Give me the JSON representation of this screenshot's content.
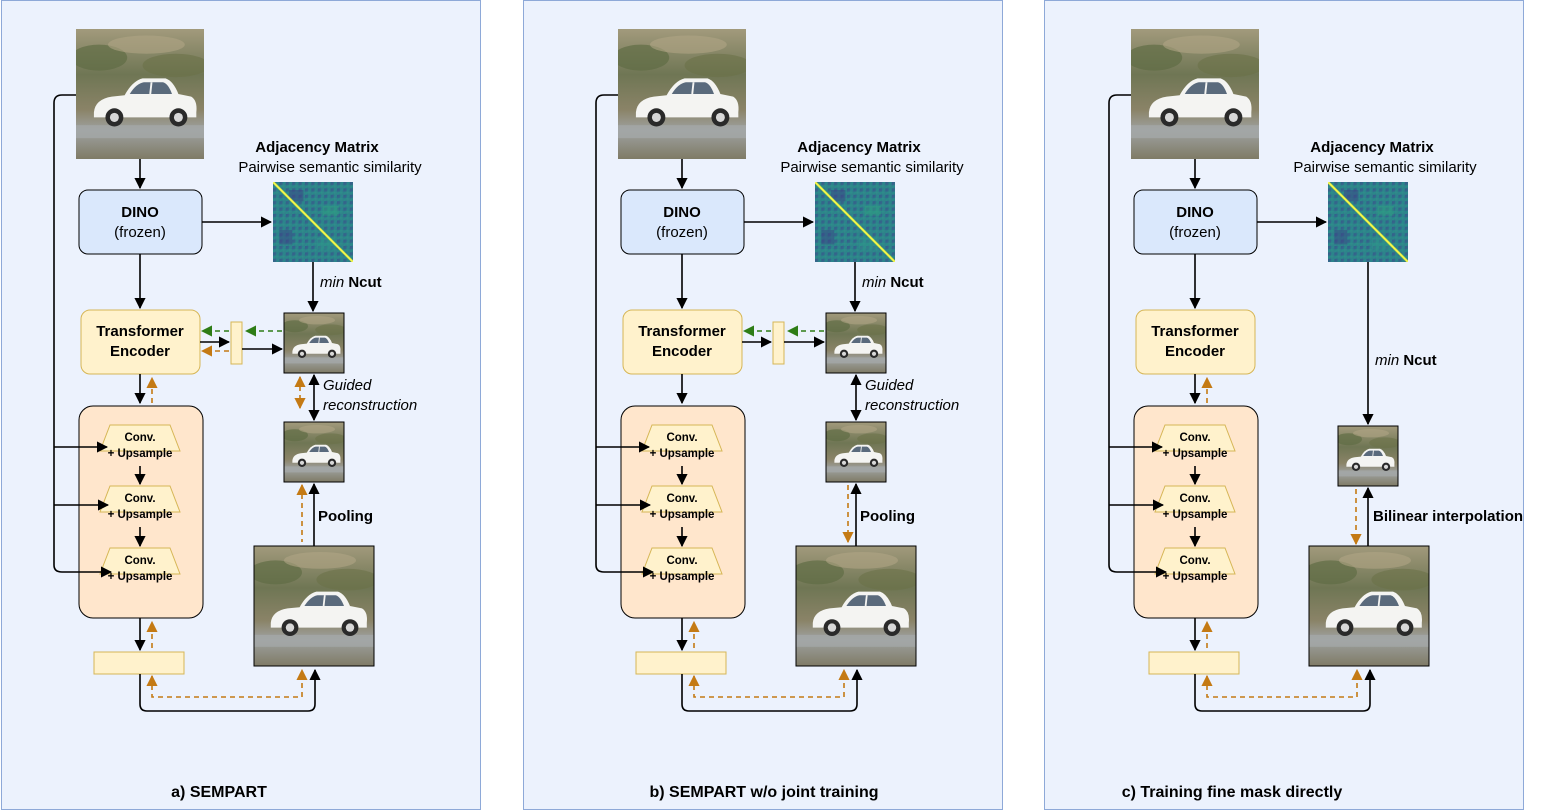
{
  "colors": {
    "panel_bg": "#ecf2fd",
    "panel_border": "#8ea9d8",
    "dino_fill": "#dae8fc",
    "encoder_fill": "#fff2cc",
    "decoder_fill": "#ffe6cc",
    "token_fill": "#fff2cc",
    "arrow_solid": "#000000",
    "arrow_orange": "#c47a14",
    "arrow_green": "#2e7d16"
  },
  "panels": [
    {
      "caption": "a) SEMPART",
      "dino": {
        "name": "DINO",
        "note": "(frozen)"
      },
      "adjacency": {
        "title": "Adjacency Matrix",
        "subtitle": "Pairwise semantic similarity"
      },
      "ncut": {
        "min": "min",
        "label": "Ncut"
      },
      "encoder": {
        "line1": "Transformer",
        "line2": "Encoder"
      },
      "blocks": [
        {
          "line1": "Conv.",
          "line2": "+ Upsample"
        },
        {
          "line1": "Conv.",
          "line2": "+ Upsample"
        },
        {
          "line1": "Conv.",
          "line2": "+ Upsample"
        }
      ],
      "guided": {
        "line1": "Guided",
        "line2": "reconstruction"
      },
      "pooling": "Pooling"
    },
    {
      "caption": "b) SEMPART w/o joint training",
      "dino": {
        "name": "DINO",
        "note": "(frozen)"
      },
      "adjacency": {
        "title": "Adjacency Matrix",
        "subtitle": "Pairwise semantic similarity"
      },
      "ncut": {
        "min": "min",
        "label": "Ncut"
      },
      "encoder": {
        "line1": "Transformer",
        "line2": "Encoder"
      },
      "blocks": [
        {
          "line1": "Conv.",
          "line2": "+ Upsample"
        },
        {
          "line1": "Conv.",
          "line2": "+ Upsample"
        },
        {
          "line1": "Conv.",
          "line2": "+ Upsample"
        }
      ],
      "guided": {
        "line1": "Guided",
        "line2": "reconstruction"
      },
      "pooling": "Pooling"
    },
    {
      "caption": "c) Training fine mask directly",
      "dino": {
        "name": "DINO",
        "note": "(frozen)"
      },
      "adjacency": {
        "title": "Adjacency Matrix",
        "subtitle": "Pairwise semantic similarity"
      },
      "ncut": {
        "min": "min",
        "label": "Ncut"
      },
      "encoder": {
        "line1": "Transformer",
        "line2": "Encoder"
      },
      "blocks": [
        {
          "line1": "Conv.",
          "line2": "+ Upsample"
        },
        {
          "line1": "Conv.",
          "line2": "+ Upsample"
        },
        {
          "line1": "Conv.",
          "line2": "+ Upsample"
        }
      ],
      "interp": "Bilinear interpolation"
    }
  ]
}
